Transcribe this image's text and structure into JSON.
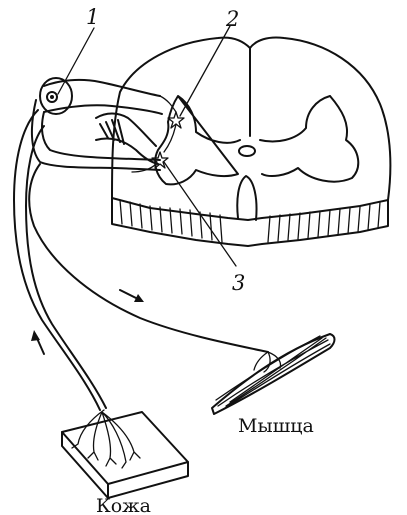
{
  "labels": {
    "num_1": "1",
    "num_2": "2",
    "num_3": "3",
    "muscle": "Мышца",
    "skin": "Кожа"
  },
  "colors": {
    "ink": "#111111",
    "background": "#ffffff"
  }
}
